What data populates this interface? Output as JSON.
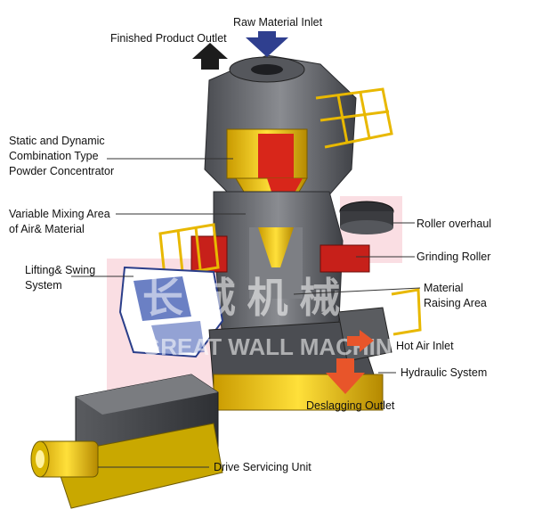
{
  "labels": {
    "raw_material_inlet": "Raw Material Inlet",
    "finished_product_outlet": "Finished Product Outlet",
    "powder_concentrator": [
      "Static and Dynamic",
      "Combination Type",
      "Powder Concentrator"
    ],
    "variable_mixing": [
      "Variable Mixing Area",
      "of Air& Material"
    ],
    "lifting_swing": [
      "Lifting& Swing",
      "System"
    ],
    "roller_overhaul": "Roller overhaul",
    "grinding_roller": "Grinding Roller",
    "material_raising": [
      "Material",
      "Raising Area"
    ],
    "hot_air_inlet": "Hot Air Inlet",
    "hydraulic_system": "Hydraulic System",
    "deslagging_outlet": "Deslagging Outlet",
    "drive_servicing": "Drive Servicing Unit"
  },
  "watermark": {
    "chinese": "长 城 机 械",
    "english": "GREAT WALL MACHINE"
  },
  "colors": {
    "body_gray": "#6d6f74",
    "dark_gray": "#3a3b3f",
    "yellow": "#f2c500",
    "red": "#d8261a",
    "blue_arrow": "#2f3f8f",
    "orange_arrow": "#e8552a",
    "pink_overlay": "#f4b6c2"
  }
}
